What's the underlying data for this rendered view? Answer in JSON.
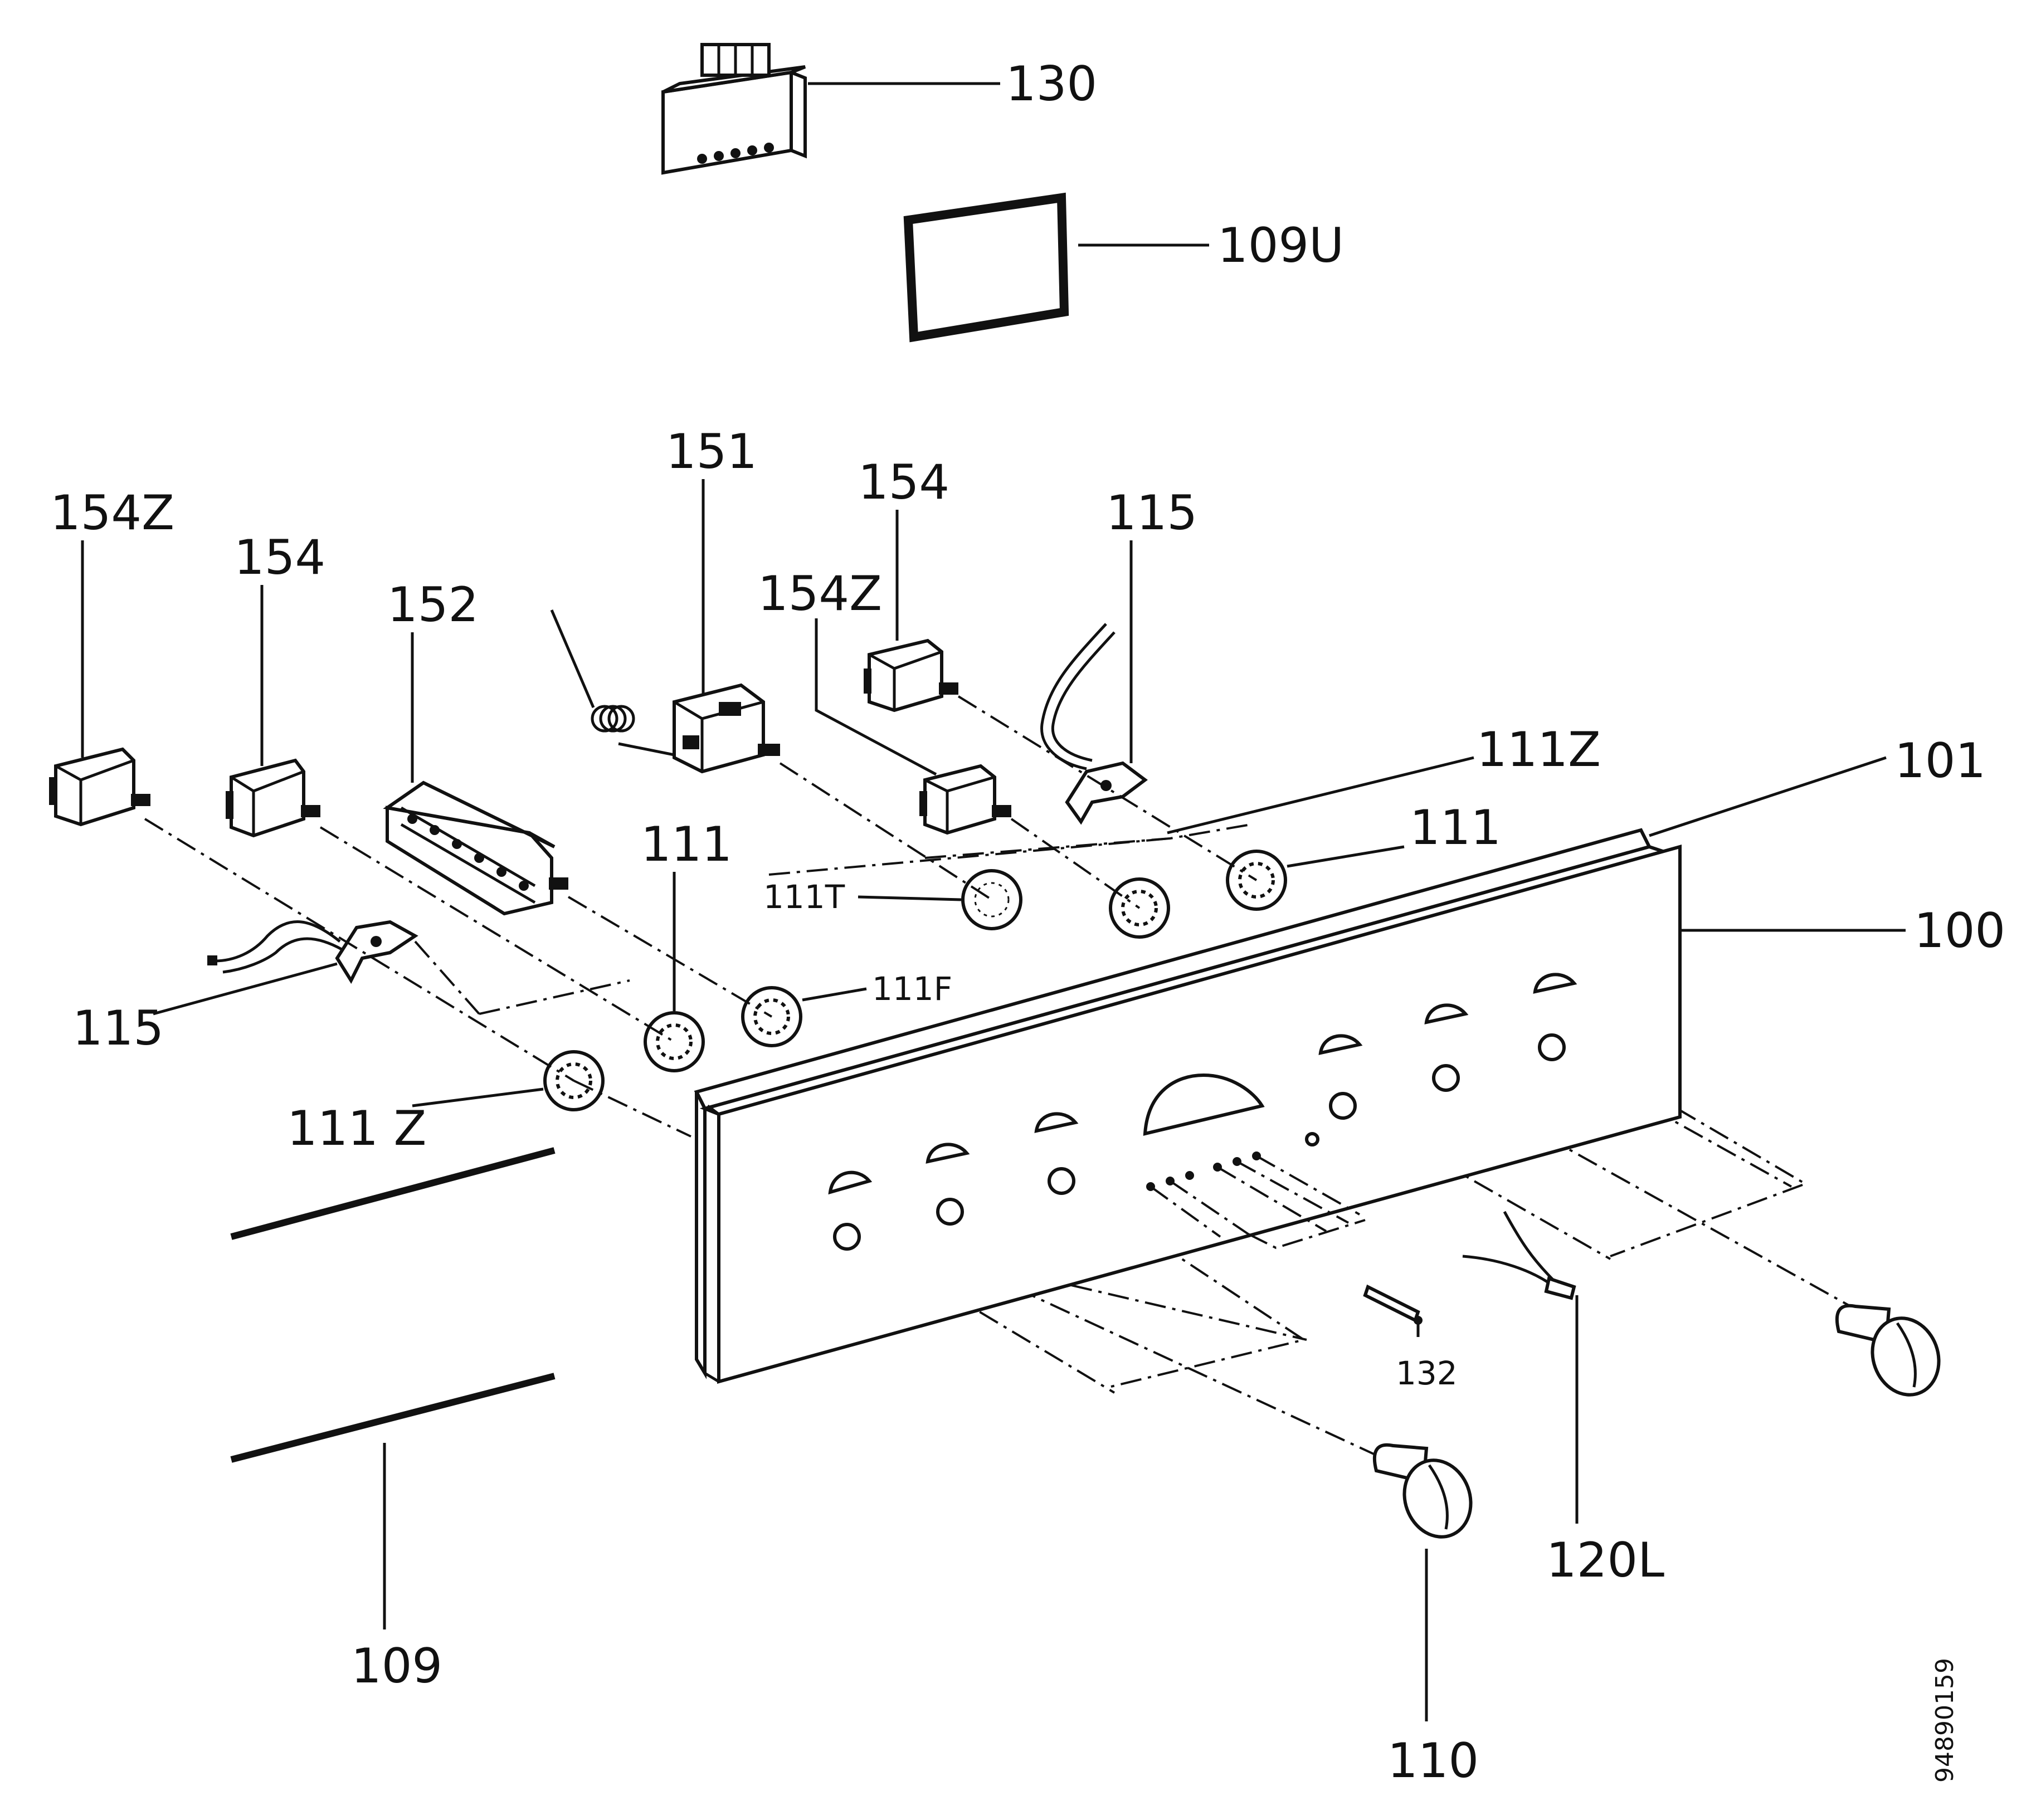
{
  "labels": {
    "l130": "130",
    "l109u": "109U",
    "l151": "151",
    "l154_top": "154",
    "l115_top": "115",
    "l154z_left": "154Z",
    "l154_left": "154",
    "l152": "152",
    "l154z_mid": "154Z",
    "l111z_top": "111Z",
    "l101": "101",
    "l111_right": "111",
    "l111_left": "111",
    "l111t": "111T",
    "l100": "100",
    "l111f": "111F",
    "l115_left": "115",
    "l111z_left": "111 Z",
    "l132": "132",
    "l120l": "120L",
    "l109": "109",
    "l110": "110",
    "drawing_number": "94890159"
  }
}
